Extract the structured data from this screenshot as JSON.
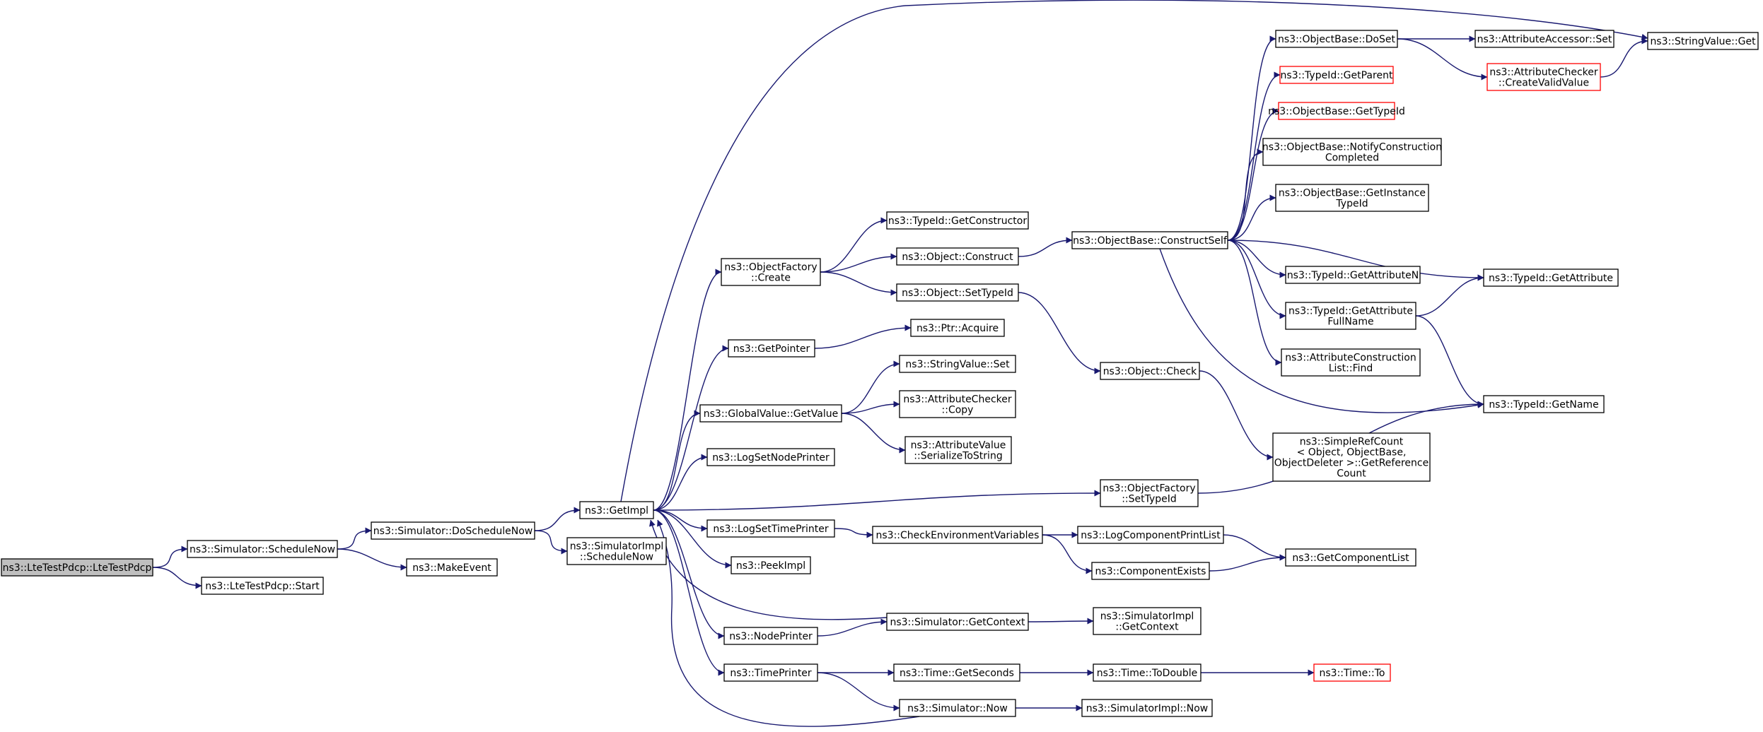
{
  "colors": {
    "edge": "#191970",
    "node_border": "#000000",
    "node_fill": "#ffffff",
    "root_fill": "#bfbfbf",
    "truncated_border": "#ff0000"
  },
  "nodes": {
    "lte_ctor": {
      "lines": [
        "ns3::LteTestPdcp::LteTestPdcp"
      ],
      "root": true
    },
    "sim_schedule_now": {
      "lines": [
        "ns3::Simulator::ScheduleNow"
      ]
    },
    "lte_start": {
      "lines": [
        "ns3::LteTestPdcp::Start"
      ]
    },
    "sim_do_schedule_now": {
      "lines": [
        "ns3::Simulator::DoScheduleNow"
      ]
    },
    "make_event": {
      "lines": [
        "ns3::MakeEvent"
      ]
    },
    "get_impl": {
      "lines": [
        "ns3::GetImpl"
      ]
    },
    "simimpl_schedule_now": {
      "lines": [
        "ns3::SimulatorImpl",
        "::ScheduleNow"
      ]
    },
    "objfactory_create": {
      "lines": [
        "ns3::ObjectFactory",
        "::Create"
      ]
    },
    "get_pointer": {
      "lines": [
        "ns3::GetPointer"
      ]
    },
    "globalvalue_getvalue": {
      "lines": [
        "ns3::GlobalValue::GetValue"
      ]
    },
    "log_set_node_printer": {
      "lines": [
        "ns3::LogSetNodePrinter"
      ]
    },
    "log_set_time_printer": {
      "lines": [
        "ns3::LogSetTimePrinter"
      ]
    },
    "peek_impl": {
      "lines": [
        "ns3::PeekImpl"
      ]
    },
    "node_printer": {
      "lines": [
        "ns3::NodePrinter"
      ]
    },
    "time_printer": {
      "lines": [
        "ns3::TimePrinter"
      ]
    },
    "typeid_get_constructor": {
      "lines": [
        "ns3::TypeId::GetConstructor"
      ]
    },
    "object_construct": {
      "lines": [
        "ns3::Object::Construct"
      ]
    },
    "object_set_typeid": {
      "lines": [
        "ns3::Object::SetTypeId"
      ]
    },
    "ptr_acquire": {
      "lines": [
        "ns3::Ptr::Acquire"
      ]
    },
    "stringvalue_set": {
      "lines": [
        "ns3::StringValue::Set"
      ]
    },
    "attrchecker_copy": {
      "lines": [
        "ns3::AttributeChecker",
        "::Copy"
      ]
    },
    "attrvalue_serialize": {
      "lines": [
        "ns3::AttributeValue",
        "::SerializeToString"
      ]
    },
    "objfactory_set_typeid": {
      "lines": [
        "ns3::ObjectFactory",
        "::SetTypeId"
      ]
    },
    "check_env_vars": {
      "lines": [
        "ns3::CheckEnvironmentVariables"
      ]
    },
    "sim_get_context": {
      "lines": [
        "ns3::Simulator::GetContext"
      ]
    },
    "time_get_seconds": {
      "lines": [
        "ns3::Time::GetSeconds"
      ]
    },
    "sim_now": {
      "lines": [
        "ns3::Simulator::Now"
      ]
    },
    "objbase_construct_self": {
      "lines": [
        "ns3::ObjectBase::ConstructSelf"
      ]
    },
    "object_check": {
      "lines": [
        "ns3::Object::Check"
      ]
    },
    "simplerefcount_getref": {
      "lines": [
        "ns3::SimpleRefCount",
        "< Object, ObjectBase,",
        "ObjectDeleter >::GetReference",
        "Count"
      ]
    },
    "log_component_print_list": {
      "lines": [
        "ns3::LogComponentPrintList"
      ]
    },
    "component_exists": {
      "lines": [
        "ns3::ComponentExists"
      ]
    },
    "simimpl_get_context": {
      "lines": [
        "ns3::SimulatorImpl",
        "::GetContext"
      ]
    },
    "time_to_double": {
      "lines": [
        "ns3::Time::ToDouble"
      ]
    },
    "simimpl_now": {
      "lines": [
        "ns3::SimulatorImpl::Now"
      ]
    },
    "objbase_doset": {
      "lines": [
        "ns3::ObjectBase::DoSet"
      ]
    },
    "typeid_get_parent": {
      "lines": [
        "ns3::TypeId::GetParent"
      ],
      "truncated": true
    },
    "objbase_get_typeid": {
      "lines": [
        "ns3::ObjectBase::GetTypeId"
      ],
      "truncated": true
    },
    "objbase_notify_construction": {
      "lines": [
        "ns3::ObjectBase::NotifyConstruction",
        "Completed"
      ]
    },
    "objbase_get_instance_typeid": {
      "lines": [
        "ns3::ObjectBase::GetInstance",
        "TypeId"
      ]
    },
    "typeid_get_attribute_n": {
      "lines": [
        "ns3::TypeId::GetAttributeN"
      ]
    },
    "typeid_get_attribute_fullname": {
      "lines": [
        "ns3::TypeId::GetAttribute",
        "FullName"
      ]
    },
    "attr_construction_list_find": {
      "lines": [
        "ns3::AttributeConstruction",
        "List::Find"
      ]
    },
    "get_component_list": {
      "lines": [
        "ns3::GetComponentList"
      ]
    },
    "time_to": {
      "lines": [
        "ns3::Time::To"
      ],
      "truncated": true
    },
    "attraccessor_set": {
      "lines": [
        "ns3::AttributeAccessor::Set"
      ]
    },
    "attrchecker_create_valid": {
      "lines": [
        "ns3::AttributeChecker",
        "::CreateValidValue"
      ],
      "truncated": true
    },
    "stringvalue_get": {
      "lines": [
        "ns3::StringValue::Get"
      ]
    },
    "typeid_get_attribute": {
      "lines": [
        "ns3::TypeId::GetAttribute"
      ]
    },
    "typeid_get_name": {
      "lines": [
        "ns3::TypeId::GetName"
      ]
    }
  },
  "edges": [
    [
      "lte_ctor",
      "sim_schedule_now"
    ],
    [
      "lte_ctor",
      "lte_start"
    ],
    [
      "sim_schedule_now",
      "sim_do_schedule_now"
    ],
    [
      "sim_schedule_now",
      "make_event"
    ],
    [
      "sim_do_schedule_now",
      "get_impl"
    ],
    [
      "sim_do_schedule_now",
      "simimpl_schedule_now"
    ],
    [
      "get_impl",
      "objfactory_create"
    ],
    [
      "get_impl",
      "get_pointer"
    ],
    [
      "get_impl",
      "globalvalue_getvalue"
    ],
    [
      "get_impl",
      "log_set_node_printer"
    ],
    [
      "get_impl",
      "log_set_time_printer"
    ],
    [
      "get_impl",
      "peek_impl"
    ],
    [
      "get_impl",
      "node_printer"
    ],
    [
      "get_impl",
      "time_printer"
    ],
    [
      "get_impl",
      "objfactory_set_typeid"
    ],
    [
      "get_impl",
      "stringvalue_get"
    ],
    [
      "objfactory_create",
      "typeid_get_constructor"
    ],
    [
      "objfactory_create",
      "object_construct"
    ],
    [
      "objfactory_create",
      "object_set_typeid"
    ],
    [
      "get_pointer",
      "ptr_acquire"
    ],
    [
      "globalvalue_getvalue",
      "stringvalue_set"
    ],
    [
      "globalvalue_getvalue",
      "attrchecker_copy"
    ],
    [
      "globalvalue_getvalue",
      "attrvalue_serialize"
    ],
    [
      "log_set_time_printer",
      "check_env_vars"
    ],
    [
      "node_printer",
      "sim_get_context"
    ],
    [
      "time_printer",
      "time_get_seconds"
    ],
    [
      "time_printer",
      "sim_now"
    ],
    [
      "object_construct",
      "objbase_construct_self"
    ],
    [
      "object_set_typeid",
      "object_check"
    ],
    [
      "object_check",
      "simplerefcount_getref"
    ],
    [
      "objfactory_set_typeid",
      "typeid_get_name"
    ],
    [
      "check_env_vars",
      "log_component_print_list"
    ],
    [
      "check_env_vars",
      "component_exists"
    ],
    [
      "log_component_print_list",
      "get_component_list"
    ],
    [
      "component_exists",
      "get_component_list"
    ],
    [
      "sim_get_context",
      "get_impl"
    ],
    [
      "sim_get_context",
      "simimpl_get_context"
    ],
    [
      "time_get_seconds",
      "time_to_double"
    ],
    [
      "time_to_double",
      "time_to"
    ],
    [
      "sim_now",
      "get_impl"
    ],
    [
      "sim_now",
      "simimpl_now"
    ],
    [
      "objbase_construct_self",
      "objbase_doset"
    ],
    [
      "objbase_construct_self",
      "typeid_get_parent"
    ],
    [
      "objbase_construct_self",
      "objbase_get_typeid"
    ],
    [
      "objbase_construct_self",
      "objbase_notify_construction"
    ],
    [
      "objbase_construct_self",
      "objbase_get_instance_typeid"
    ],
    [
      "objbase_construct_self",
      "typeid_get_attribute_n"
    ],
    [
      "objbase_construct_self",
      "typeid_get_attribute_fullname"
    ],
    [
      "objbase_construct_self",
      "attr_construction_list_find"
    ],
    [
      "objbase_construct_self",
      "typeid_get_attribute"
    ],
    [
      "objbase_construct_self",
      "typeid_get_name"
    ],
    [
      "objbase_doset",
      "attraccessor_set"
    ],
    [
      "objbase_doset",
      "attrchecker_create_valid"
    ],
    [
      "attrchecker_create_valid",
      "stringvalue_get"
    ],
    [
      "typeid_get_attribute_fullname",
      "typeid_get_attribute"
    ],
    [
      "typeid_get_attribute_fullname",
      "typeid_get_name"
    ]
  ]
}
